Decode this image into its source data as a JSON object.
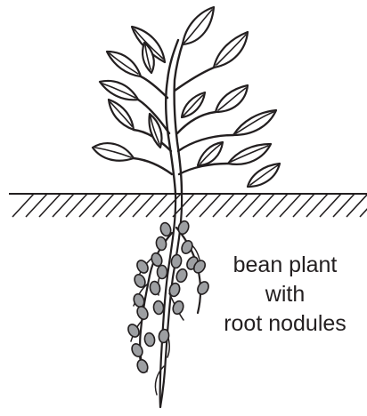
{
  "caption": {
    "line1": "bean plant",
    "line2": "with",
    "line3": "root nodules"
  },
  "colors": {
    "ink": "#231f20",
    "nodule_fill": "#9d9fa2",
    "background": "#ffffff"
  },
  "icons": {
    "plant": "bean-plant-illustration",
    "soil": "soil-hatching",
    "nodules": "root-nodules"
  }
}
